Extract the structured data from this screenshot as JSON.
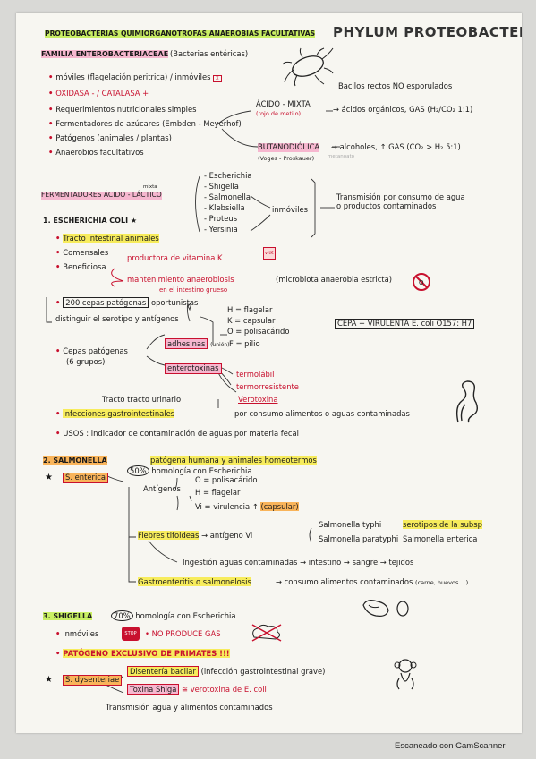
{
  "header": {
    "banner": "PROTEOBACTERIAS QUIMIORGANOTROFAS ANAEROBIAS FACULTATIVAS",
    "title": "PHYLUM PROTEOBACTERIA"
  },
  "familia": {
    "name": "FAMILIA ENTEROBACTERIACEAE",
    "note": "(Bacterias entéricas)",
    "bacilos": "Bacilos rectos NO esporulados",
    "items": [
      "móviles (flagelación peritrica) / inmóviles",
      "OXIDASA - / CATALASA +",
      "Requerimientos nutricionales simples",
      "Fermentadores de azúcares (Embden - Meyerhof)",
      "Patógenos (animales / plantas)",
      "Anaerobios facultativos"
    ],
    "acido_mixta": "ÁCIDO - MIXTA",
    "acido_mixta_sub": "(rojo de metilo)",
    "acido_mixta_result": "→ ácidos orgánicos, GAS (H₂/CO₂ 1:1)",
    "butanodiolica": "BUTANODIÓLICA",
    "butanodiolica_sub": "(Voges - Proskauer)",
    "butanodiolica_result": "→ alcoholes, ↑ GAS (CO₂ > H₂ 5:1)",
    "butanodiolica_note": "metanoato",
    "icon_x": "X"
  },
  "fermentadores": {
    "label": "FERMENTADORES ÁCIDO - LÁCTICO",
    "mixta_note": "mixta",
    "genera": [
      "- Escherichia",
      "- Shigella",
      "- Salmonella",
      "- Klebsiella",
      "- Proteus",
      "- Yersinia"
    ],
    "inmoviles": "inmóviles",
    "transmision": "Transmisión por consumo de agua o productos contaminados"
  },
  "ecoli": {
    "heading": "1. ESCHERICHIA COLI",
    "items": [
      "Tracto intestinal animales",
      "Comensales",
      "Beneficiosa"
    ],
    "productora": "productora de vitamina K",
    "mantenimiento": "mantenimiento anaerobiosis",
    "intestino": "en el intestino grueso",
    "microbiota": "(microbiota anaerobia estricta)",
    "cepas": "200 cepas patógenas",
    "oportunistas": "oportunistas",
    "distinguir": "distinguir el serotipo y antígenos",
    "h": "H = flagelar",
    "k": "K = capsular",
    "o": "O = polisacárido",
    "f": "F = pilio",
    "cepa_virulenta": "CEPA + VIRULENTA E. coli O157: H7",
    "cepas_pat": "Cepas patógenas",
    "grupos": "(6 grupos)",
    "adhesinas": "adhesinas",
    "adhesinas_sub": "(unión)",
    "enterotoxinas": "enterotoxinas",
    "termolabil": "termolábil",
    "termorresistente": "termorresistente",
    "verotoxina": "Verotoxina",
    "tracto_urinario": "Tracto tracto urinario",
    "infecciones": "Infecciones gastrointestinales",
    "por_consumo": "por consumo alimentos o aguas contaminadas",
    "usos": "USOS : indicador de contaminación de aguas por materia fecal",
    "icon_vitk": "vitK"
  },
  "salmonella": {
    "heading": "2. SALMONELLA",
    "patogena": "patógena humana y animales homeotermos",
    "star": "★",
    "s_enterica": "S. enterica",
    "homologia": "50% homología con Escherichia",
    "antigenos": "Antígenos",
    "o": "O = polisacárido",
    "h": "H = flagelar",
    "vi": "Vi = virulencia ↑",
    "capsular": "(capsular)",
    "fiebres": "Fiebres tifoideas",
    "antigeno_vi": "→ antígeno Vi",
    "typhi": "Salmonella typhi",
    "paratyphi": "Salmonella paratyphi",
    "serotipos": "serotipos de la subsp",
    "enterica": "Salmonella enterica",
    "ingestion": "Ingestión aguas contaminadas → intestino → sangre → tejidos",
    "gastro": "Gastroenteritis o salmonelosis",
    "consumo": "→ consumo alimentos contaminados",
    "consumo_ex": "(carne, huevos ...)"
  },
  "shigella": {
    "heading": "3. SHIGELLA",
    "homologia": "70% homología con Escherichia",
    "inmoviles": "inmóviles",
    "no_gas": "NO PRODUCE GAS",
    "icon_stop": "STOP",
    "patogeno": "PATÓGENO EXCLUSIVO DE PRIMATES !!!",
    "s_dys": "S. dysenteriae",
    "disenteria": "Disentería bacilar",
    "disenteria_note": "(infección gastrointestinal grave)",
    "toxina": "Toxina Shiga",
    "toxina_note": "≅ verotoxina de E. coli",
    "transmision": "Transmisión agua y alimentos contaminados"
  },
  "footer": "Escaneado con CamScanner"
}
